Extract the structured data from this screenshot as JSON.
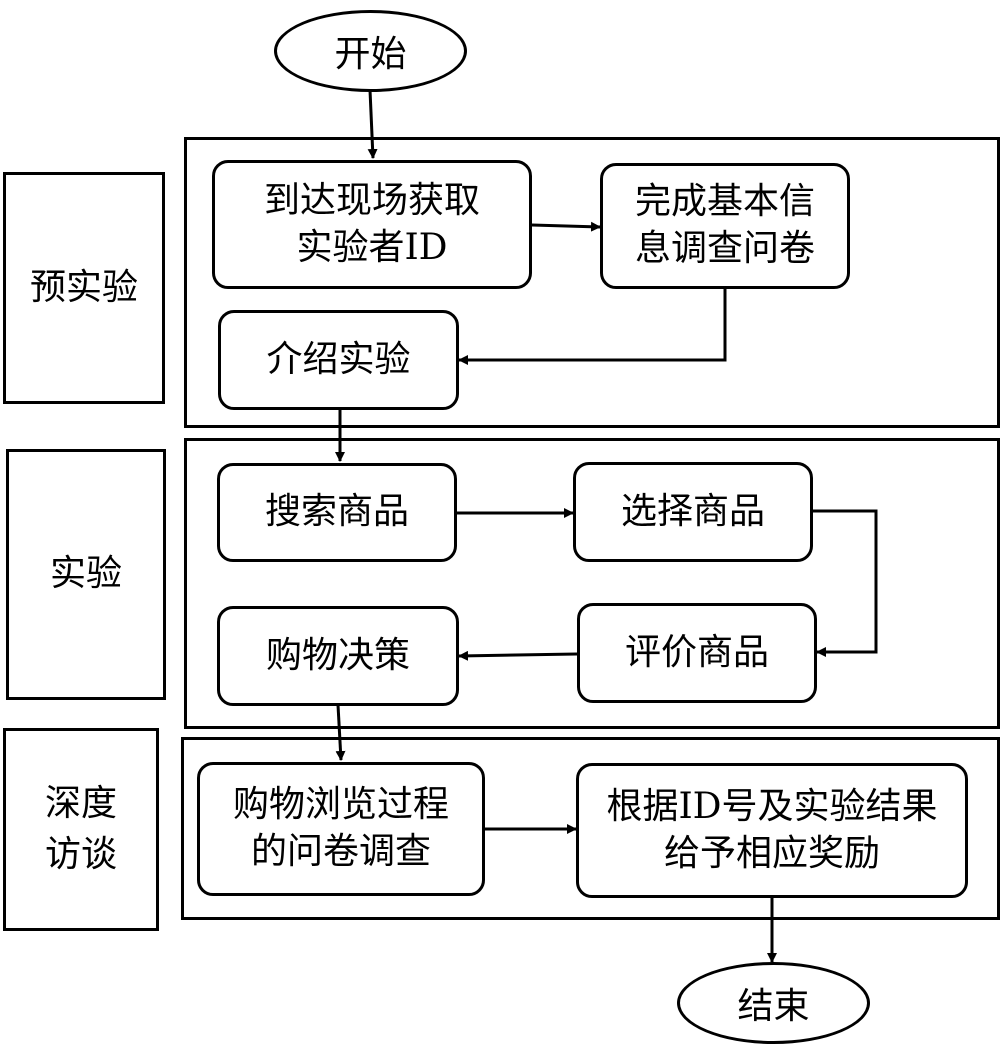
{
  "start": "开始",
  "end": "结束",
  "phases": {
    "pre": {
      "label": "预实验"
    },
    "exp": {
      "label": "实验"
    },
    "interview": {
      "label": "深度\n访谈"
    }
  },
  "steps": {
    "arrive": "到达现场获取\n实验者ID",
    "basic_survey": "完成基本信\n息调查问卷",
    "intro": "介绍实验",
    "search": "搜索商品",
    "select": "选择商品",
    "evaluate": "评价商品",
    "decide": "购物决策",
    "browse_survey": "购物浏览过程\n的问卷调查",
    "reward": "根据ID号及实验结果\n给予相应奖励"
  },
  "colors": {
    "stroke": "#000000",
    "fill": "#ffffff"
  }
}
